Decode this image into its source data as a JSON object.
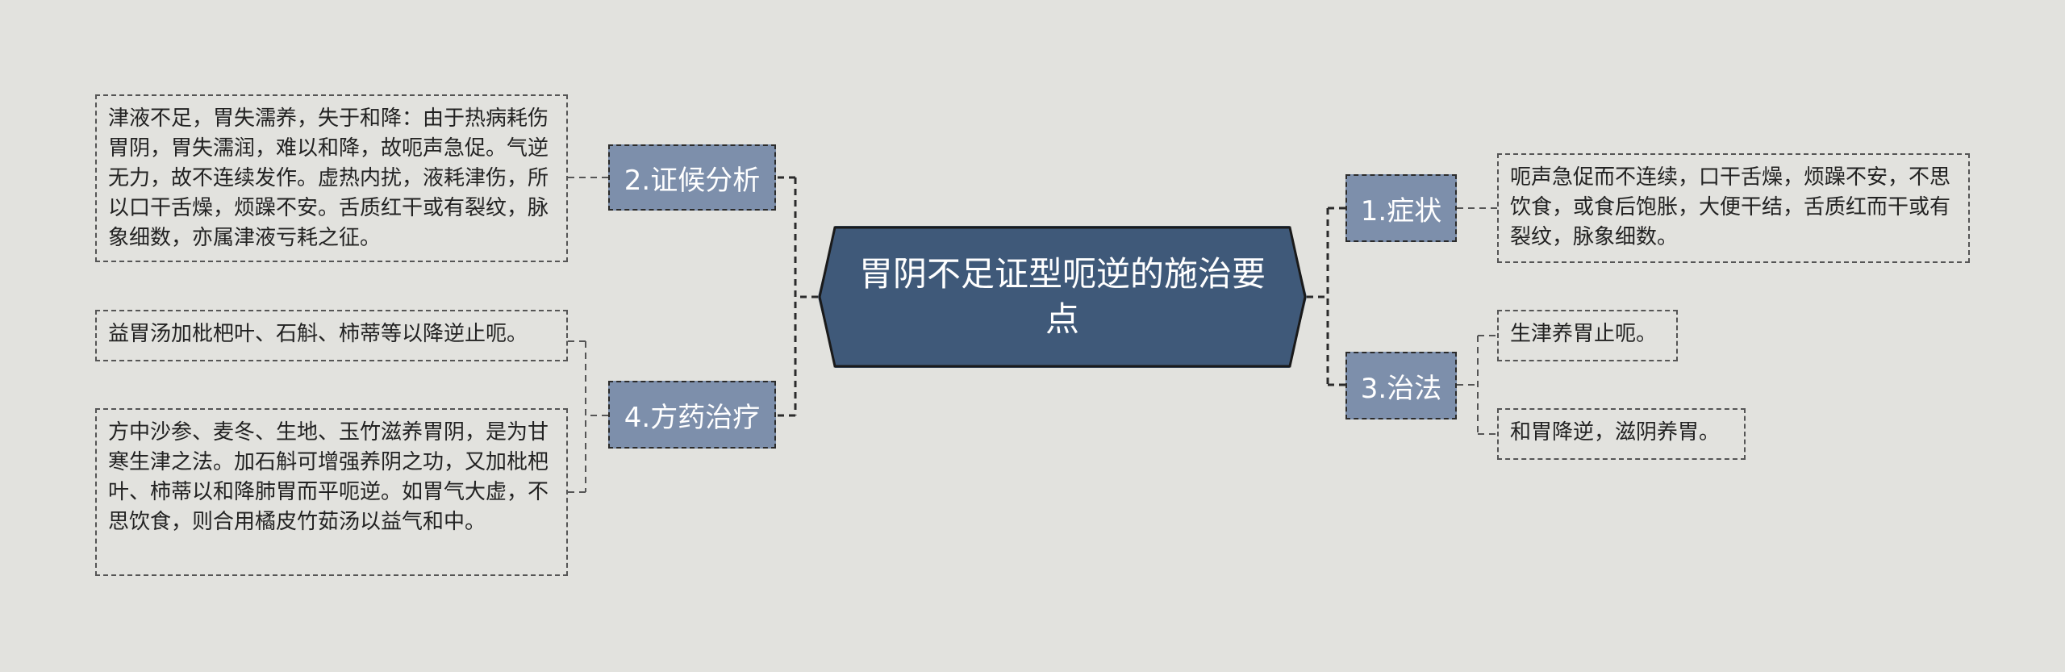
{
  "root": {
    "title": "胃阴不足证型呃逆的施治要点"
  },
  "branches": {
    "symptoms": {
      "label": "1.症状",
      "detail": "呃声急促而不连续，口干舌燥，烦躁不安，不思饮食，或食后饱胀，大便干结，舌质红而干或有裂纹，脉象细数。"
    },
    "analysis": {
      "label": "2.证候分析",
      "detail": "津液不足，胃失濡养，失于和降：由于热病耗伤胃阴，胃失濡润，难以和降，故呃声急促。气逆无力，故不连续发作。虚热内扰，液耗津伤，所以口干舌燥，烦躁不安。舌质红干或有裂纹，脉象细数，亦属津液亏耗之征。"
    },
    "treatment": {
      "label": "3.治法",
      "details": [
        "生津养胃止呃。",
        "和胃降逆，滋阴养胃。"
      ]
    },
    "prescription": {
      "label": "4.方药治疗",
      "details": [
        "益胃汤加枇杷叶、石斛、柿蒂等以降逆止呃。",
        "方中沙参、麦冬、生地、玉竹滋养胃阴，是为甘寒生津之法。加石斛可增强养阴之功，又加枇杷叶、柿蒂以和降肺胃而平呃逆。如胃气大虚，不思饮食，则合用橘皮竹茹汤以益气和中。"
      ]
    }
  },
  "colors": {
    "background": "#e2e2de",
    "root_fill": "#3f5979",
    "branch_fill": "#7d8fab",
    "connector": "#2b2b2b"
  }
}
